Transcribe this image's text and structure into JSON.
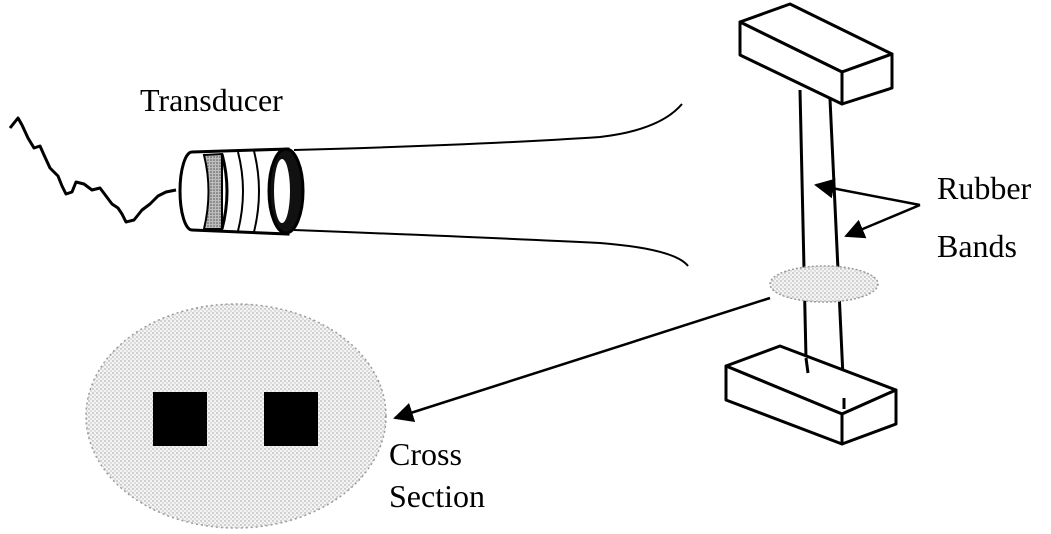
{
  "labels": {
    "transducer": "Transducer",
    "rubber": "Rubber",
    "bands": "Bands",
    "cross": "Cross",
    "section": "Section"
  },
  "colors": {
    "ink": "#000000",
    "paper": "#ffffff",
    "cross_section_fill": "#eeeeee",
    "transducer_ring": "#aaaaaa",
    "band_section": "#cccccc"
  }
}
